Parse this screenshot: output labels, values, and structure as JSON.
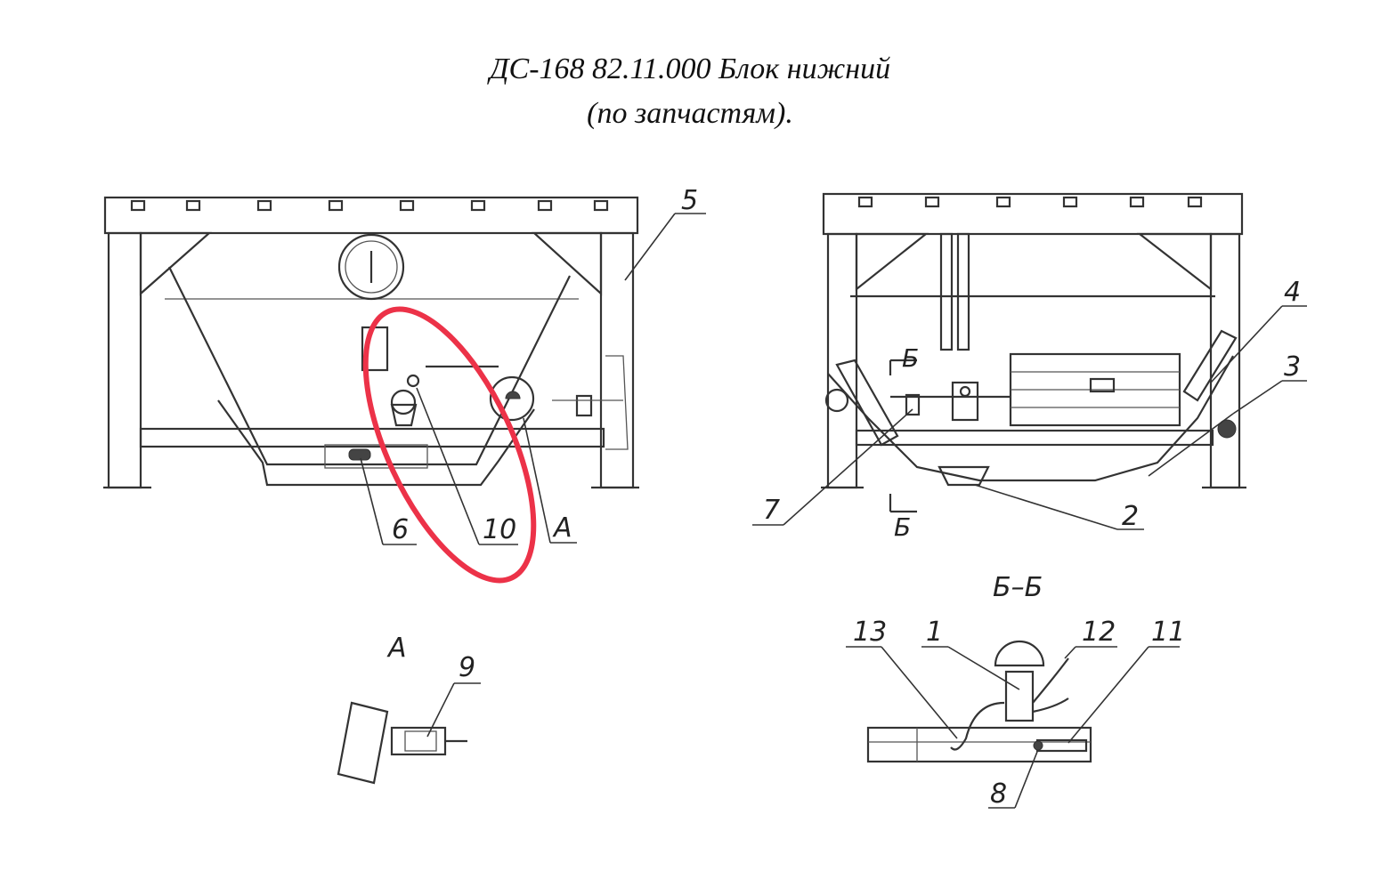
{
  "title": {
    "line1": "ДС-168 82.11.000 Блок нижний",
    "line2": "(по запчастям)."
  },
  "view_front": {
    "callouts": {
      "c5": "5",
      "c6": "6",
      "c10": "10",
      "cA": "А"
    }
  },
  "view_side": {
    "callouts": {
      "c4": "4",
      "c3": "3",
      "c7": "7",
      "c2": "2",
      "cB_top": "Б",
      "cB_bottom": "Б"
    }
  },
  "detail_a": {
    "label": "А",
    "callouts": {
      "c9": "9"
    }
  },
  "section_bb": {
    "label": "Б–Б",
    "callouts": {
      "c13": "13",
      "c1": "1",
      "c12": "12",
      "c11": "11",
      "c8": "8"
    }
  },
  "highlight": {
    "color": "#ec3248",
    "target": "10"
  }
}
